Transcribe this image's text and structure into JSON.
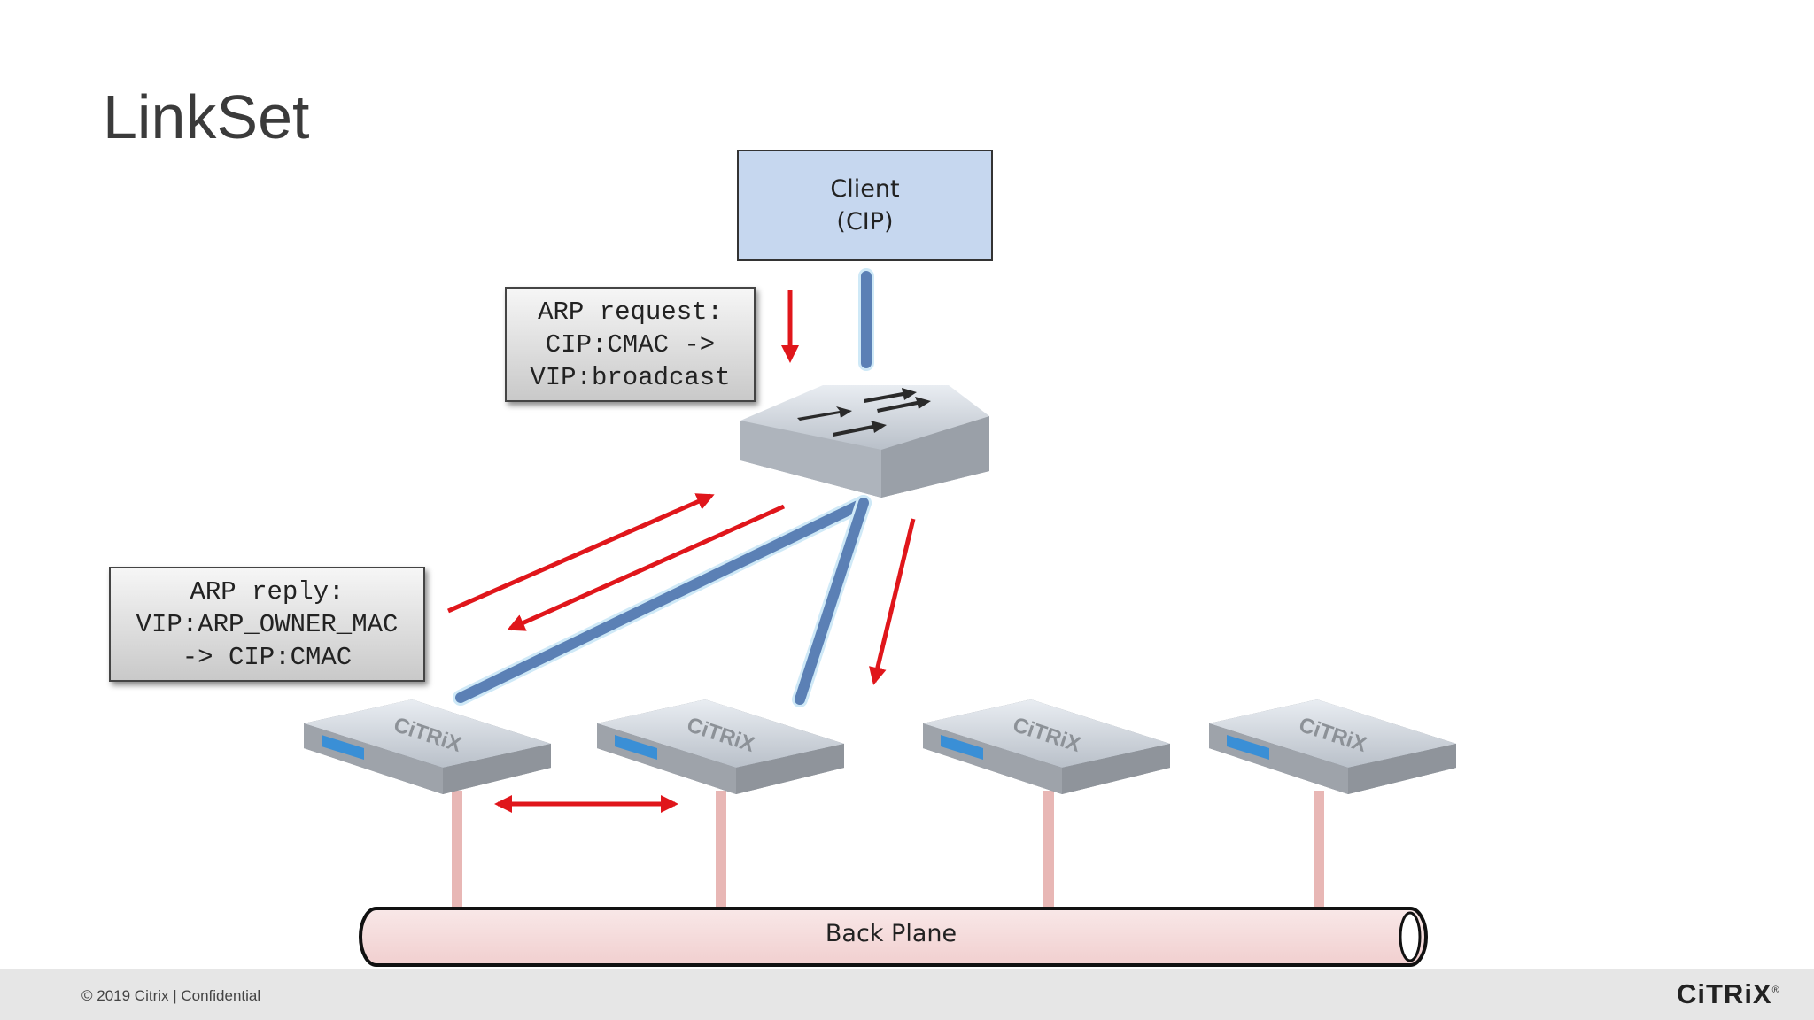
{
  "slide": {
    "title": "LinkSet"
  },
  "client": {
    "line1": "Client",
    "line2": "(CIP)"
  },
  "callouts": {
    "arp_request": {
      "line1": "ARP request:",
      "line2": "CIP:CMAC ->",
      "line3": "VIP:broadcast"
    },
    "arp_reply": {
      "line1": "ARP reply:",
      "line2": "VIP:ARP_OWNER_MAC",
      "line3": "-> CIP:CMAC"
    }
  },
  "appliance_label": "CiTRiX",
  "backplane": {
    "label": "Back Plane"
  },
  "footer": {
    "copyright": "© 2019 Citrix | Confidential",
    "logo": "CiTRiX"
  },
  "colors": {
    "link_blue": "#5b80b5",
    "arrow_red": "#e0161b",
    "backplane_pink": "#f6dcdc",
    "client_fill": "#c6d7ef"
  }
}
